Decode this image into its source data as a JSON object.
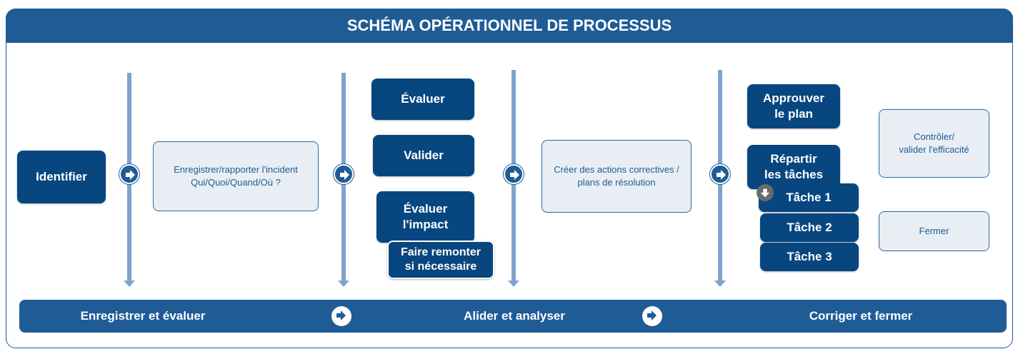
{
  "title": "SCHÉMA OPÉRATIONNEL DE PROCESSUS",
  "col1": {
    "identify": "Identifier",
    "record_line1": "Enregistrer/rapporter l'incident",
    "record_line2": "Qui/Quoi/Quand/Où ?"
  },
  "col2": {
    "evaluate": "Évaluer",
    "validate": "Valider",
    "impact_line1": "Évaluer",
    "impact_line2": "l'impact",
    "escalate_line1": "Faire remonter",
    "escalate_line2": "si nécessaire"
  },
  "col3": {
    "create_line1": "Créer des actions correctives /",
    "create_line2": "plans de résolution"
  },
  "col4": {
    "approve_line1": "Approuver",
    "approve_line2": "le plan",
    "assign_line1": "Répartir",
    "assign_line2": "les tâches",
    "task1": "Tâche 1",
    "task2": "Tâche 2",
    "task3": "Tâche 3",
    "control_line1": "Contrôler/",
    "control_line2": "valider l'efficacité",
    "close": "Fermer"
  },
  "phases": {
    "phase1": "Enregistrer et évaluer",
    "phase2": "Alider et analyser",
    "phase3": "Corriger et fermer"
  },
  "colors": {
    "primary": "#1f5c96",
    "dark_box": "#08467f",
    "light_box": "#e9eef4",
    "line": "#7ea4cf"
  }
}
